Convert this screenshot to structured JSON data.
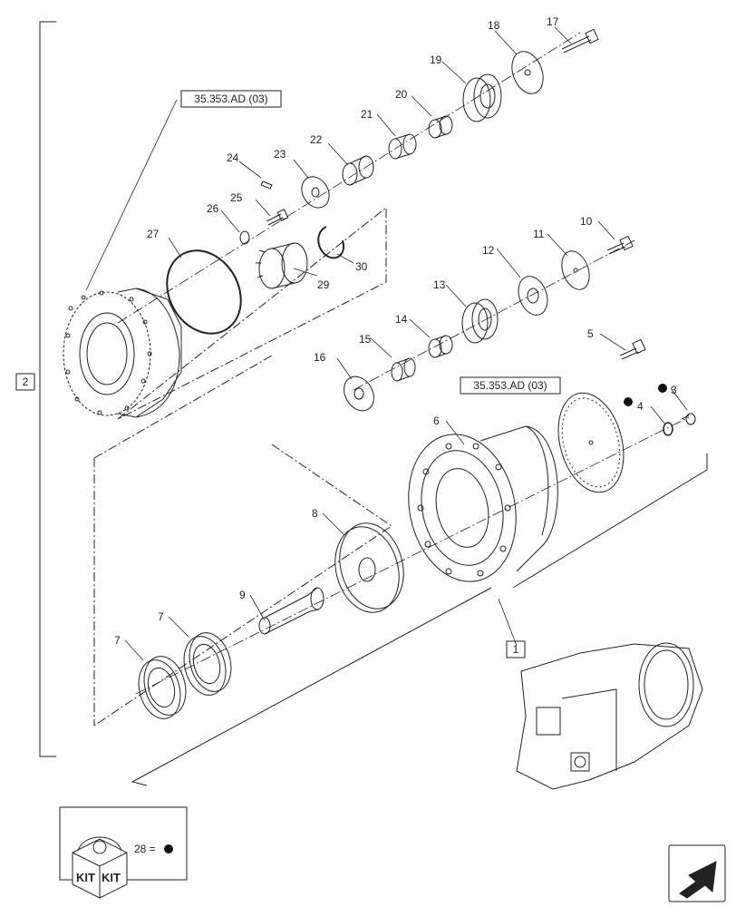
{
  "reference_labels": {
    "top": "35.353.AD (03)",
    "middle": "35.353.AD (03)"
  },
  "group_labels": {
    "assembly_2": "2",
    "assembly_1": "1"
  },
  "kit": {
    "badge_left": "KIT",
    "badge_right": "KIT",
    "legend": "28 ="
  },
  "callouts": {
    "n1": "1",
    "n2": "2",
    "n3": "3",
    "n4": "4",
    "n5": "5",
    "n6": "6",
    "n7a": "7",
    "n7b": "7",
    "n8": "8",
    "n9": "9",
    "n10": "10",
    "n11": "11",
    "n12": "12",
    "n13": "13",
    "n14": "14",
    "n15": "15",
    "n16": "16",
    "n17": "17",
    "n18": "18",
    "n19": "19",
    "n20": "20",
    "n21": "21",
    "n22": "22",
    "n23": "23",
    "n24": "24",
    "n25": "25",
    "n26": "26",
    "n27": "27",
    "n29": "29",
    "n30": "30"
  },
  "icons": {
    "kit_marker": "filled-circle-icon",
    "navigation": "next-page-arrow-icon"
  },
  "colors": {
    "line": "#222222",
    "marker": "#111111"
  }
}
